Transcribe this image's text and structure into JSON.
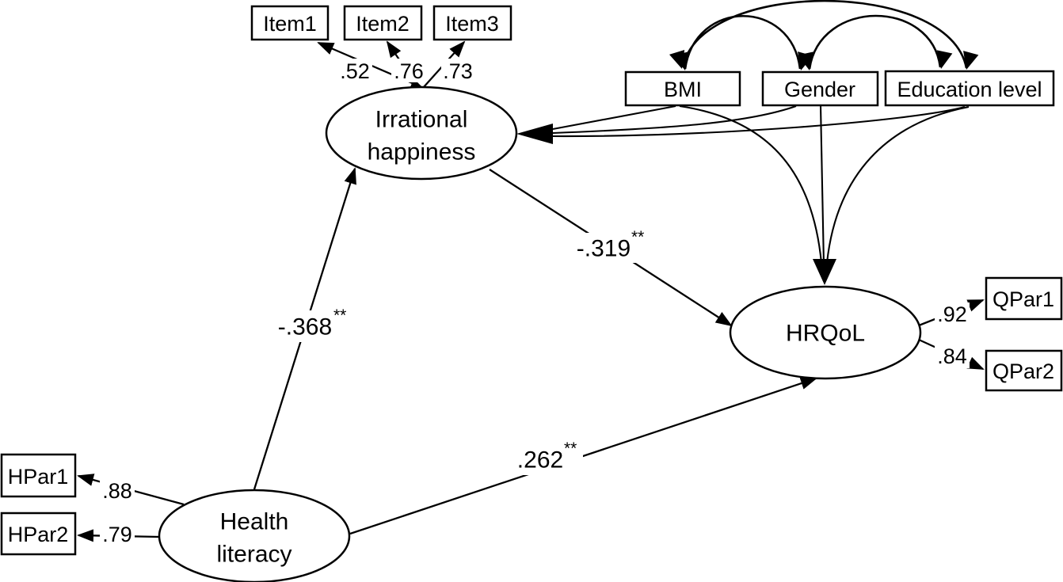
{
  "figure": {
    "type": "sem-path-diagram",
    "background": "#ffffff",
    "line_color": "#000000",
    "latents": {
      "irrational_happiness": {
        "line1": "Irrational",
        "line2": "happiness"
      },
      "health_literacy": {
        "line1": "Health",
        "line2": "literacy"
      },
      "hrqol": {
        "label": "HRQoL"
      }
    },
    "observed": {
      "item1": "Item1",
      "item2": "Item2",
      "item3": "Item3",
      "bmi": "BMI",
      "gender": "Gender",
      "education": "Education level",
      "qpar1": "QPar1",
      "qpar2": "QPar2",
      "hpar1": "HPar1",
      "hpar2": "HPar2"
    },
    "loadings": {
      "item1": ".52",
      "item2": ".76",
      "item3": ".73",
      "hpar1": ".88",
      "hpar2": ".79",
      "qpar1": ".92",
      "qpar2": ".84"
    },
    "path_coefficients": {
      "health_literacy_to_irrational_happiness": {
        "value": "-.368",
        "sig": "**"
      },
      "irrational_happiness_to_hrqol": {
        "value": "-.319",
        "sig": "**"
      },
      "health_literacy_to_hrqol": {
        "value": ".262",
        "sig": "**"
      }
    },
    "covariate_paths": [
      "bmi->irrational_happiness",
      "gender->irrational_happiness",
      "education->irrational_happiness",
      "bmi->hrqol",
      "gender->hrqol",
      "education->hrqol"
    ],
    "covariances": [
      "bmi<->gender",
      "gender<->education",
      "bmi<->education"
    ]
  }
}
